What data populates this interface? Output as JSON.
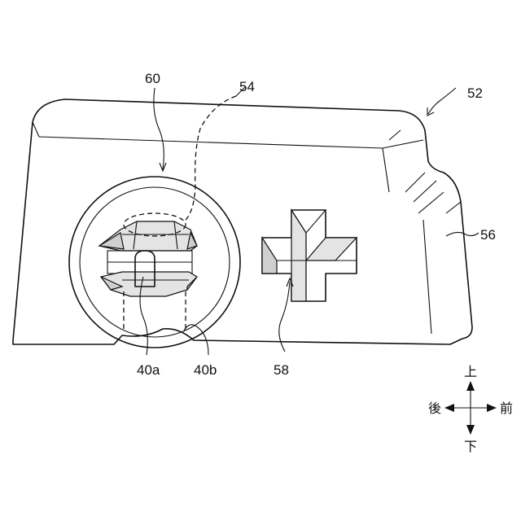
{
  "labels": {
    "ref_52": "52",
    "ref_54": "54",
    "ref_56": "56",
    "ref_58": "58",
    "ref_60": "60",
    "ref_40a": "40a",
    "ref_40b": "40b"
  },
  "direction_indicator": {
    "up": "上",
    "down": "下",
    "back": "後",
    "front": "前"
  }
}
